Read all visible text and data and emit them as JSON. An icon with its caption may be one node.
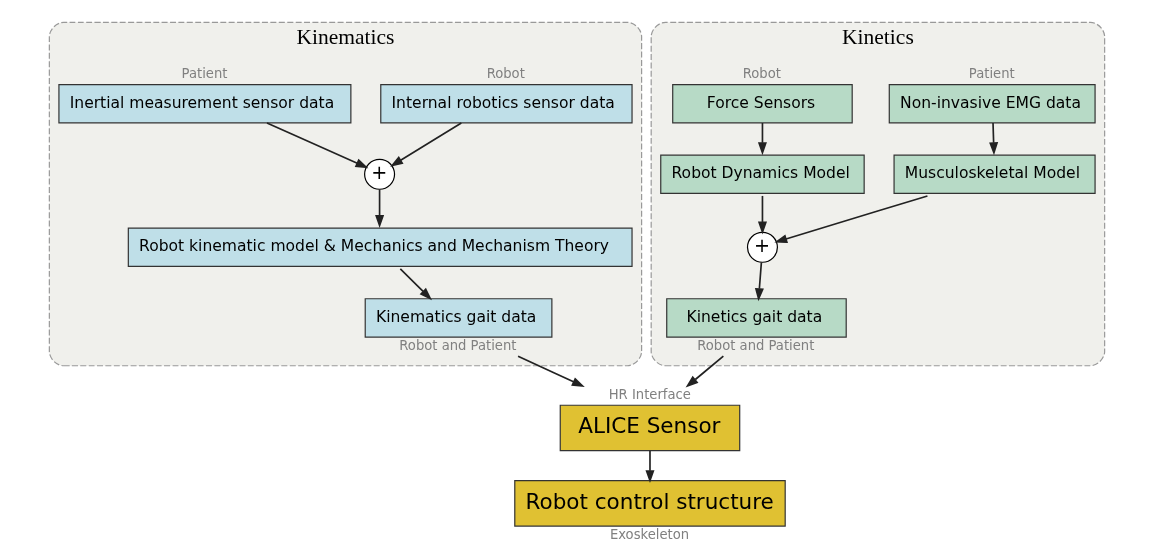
{
  "diagram": {
    "nodes": [
      {
        "text": [
          "Kinematics"
        ]
      },
      {
        "text": [
          "Internal robotics sensor data"
        ],
        "in": 0,
        "beside": [
          "Robot"
        ]
      },
      {
        "text": [
          "Inertial measurement sensor data"
        ],
        "in": 0,
        "beside": [
          "Patient"
        ]
      },
      {
        "text": [
          "+"
        ],
        "in": 0
      },
      {
        "text": [
          "Robot kinematic model & Mechanics and Mechanism Theory"
        ],
        "in": 0
      },
      {
        "text": [
          "Kinematics gait data"
        ],
        "in": 0,
        "beside": [
          "Robot and Patient"
        ]
      },
      {
        "text": [
          "Kinetics"
        ]
      },
      {
        "text": [
          "Non-invasive EMG data"
        ],
        "in": 6,
        "beside": [
          "Patient"
        ]
      },
      {
        "text": [
          "Force Sensors"
        ],
        "in": 6,
        "beside": [
          "Robot"
        ]
      },
      {
        "text": [
          "Musculoskeletal Model"
        ],
        "in": 6
      },
      {
        "text": [
          "Robot Dynamics Model"
        ],
        "in": 6
      },
      {
        "text": [
          "+"
        ],
        "in": 6
      },
      {
        "text": [
          "Kinetics gait data"
        ],
        "in": 6,
        "beside": [
          "Robot and Patient"
        ]
      },
      {
        "text": [
          "ALICE Sensor"
        ],
        "beside": [
          "HR Interface"
        ]
      },
      {
        "text": [
          "Robot control structure"
        ],
        "beside": [
          "Exoskeleton"
        ]
      }
    ],
    "edges": [
      {
        "from": 1,
        "to": 3,
        "arrow": "to"
      },
      {
        "from": 2,
        "to": 3,
        "arrow": "to"
      },
      {
        "from": 3,
        "to": 4,
        "arrow": "to"
      },
      {
        "from": 4,
        "to": 5,
        "arrow": "to"
      },
      {
        "from": 5,
        "to": 13,
        "arrow": "to"
      },
      {
        "from": 7,
        "to": 9,
        "arrow": "to"
      },
      {
        "from": 8,
        "to": 10,
        "arrow": "to"
      },
      {
        "from": 9,
        "to": 11,
        "arrow": "to"
      },
      {
        "from": 10,
        "to": 11,
        "arrow": "to"
      },
      {
        "from": 11,
        "to": 12,
        "arrow": "to"
      },
      {
        "from": 12,
        "to": 13,
        "arrow": "to"
      },
      {
        "from": 13,
        "to": 14,
        "arrow": "to"
      }
    ]
  }
}
